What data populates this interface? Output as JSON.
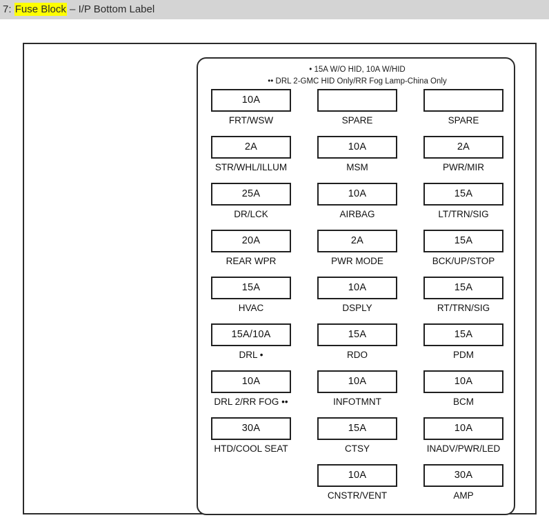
{
  "header": {
    "prefix": "7: ",
    "highlight": "Fuse Block",
    "suffix": " – I/P Bottom Label"
  },
  "panel": {
    "notes": [
      "• 15A W/O HID, 10A W/HID",
      "•• DRL 2-GMC HID Only/RR Fog Lamp-China Only"
    ],
    "columns": [
      {
        "name": "column-1",
        "fuses": [
          {
            "amp": "10A",
            "label": "FRT/WSW"
          },
          {
            "amp": "2A",
            "label": "STR/WHL/ILLUM"
          },
          {
            "amp": "25A",
            "label": "DR/LCK"
          },
          {
            "amp": "20A",
            "label": "REAR WPR"
          },
          {
            "amp": "15A",
            "label": "HVAC"
          },
          {
            "amp": "15A/10A",
            "label": "DRL •"
          },
          {
            "amp": "10A",
            "label": "DRL 2/RR FOG ••"
          },
          {
            "amp": "30A",
            "label": "HTD/COOL SEAT"
          }
        ]
      },
      {
        "name": "column-2",
        "fuses": [
          {
            "amp": "",
            "label": "SPARE"
          },
          {
            "amp": "10A",
            "label": "MSM"
          },
          {
            "amp": "10A",
            "label": "AIRBAG"
          },
          {
            "amp": "2A",
            "label": "PWR MODE"
          },
          {
            "amp": "10A",
            "label": "DSPLY"
          },
          {
            "amp": "15A",
            "label": "RDO"
          },
          {
            "amp": "10A",
            "label": "INFOTMNT"
          },
          {
            "amp": "15A",
            "label": "CTSY"
          },
          {
            "amp": "10A",
            "label": "CNSTR/VENT"
          }
        ]
      },
      {
        "name": "column-3",
        "fuses": [
          {
            "amp": "",
            "label": "SPARE"
          },
          {
            "amp": "2A",
            "label": "PWR/MIR"
          },
          {
            "amp": "15A",
            "label": "LT/TRN/SIG"
          },
          {
            "amp": "15A",
            "label": "BCK/UP/STOP"
          },
          {
            "amp": "15A",
            "label": "RT/TRN/SIG"
          },
          {
            "amp": "15A",
            "label": "PDM"
          },
          {
            "amp": "10A",
            "label": "BCM"
          },
          {
            "amp": "10A",
            "label": "INADV/PWR/LED"
          },
          {
            "amp": "30A",
            "label": "AMP"
          }
        ]
      }
    ]
  },
  "colors": {
    "header_bg": "#d4d4d4",
    "highlight": "#ffff00",
    "line": "#2a2a2a",
    "text": "#111111"
  }
}
